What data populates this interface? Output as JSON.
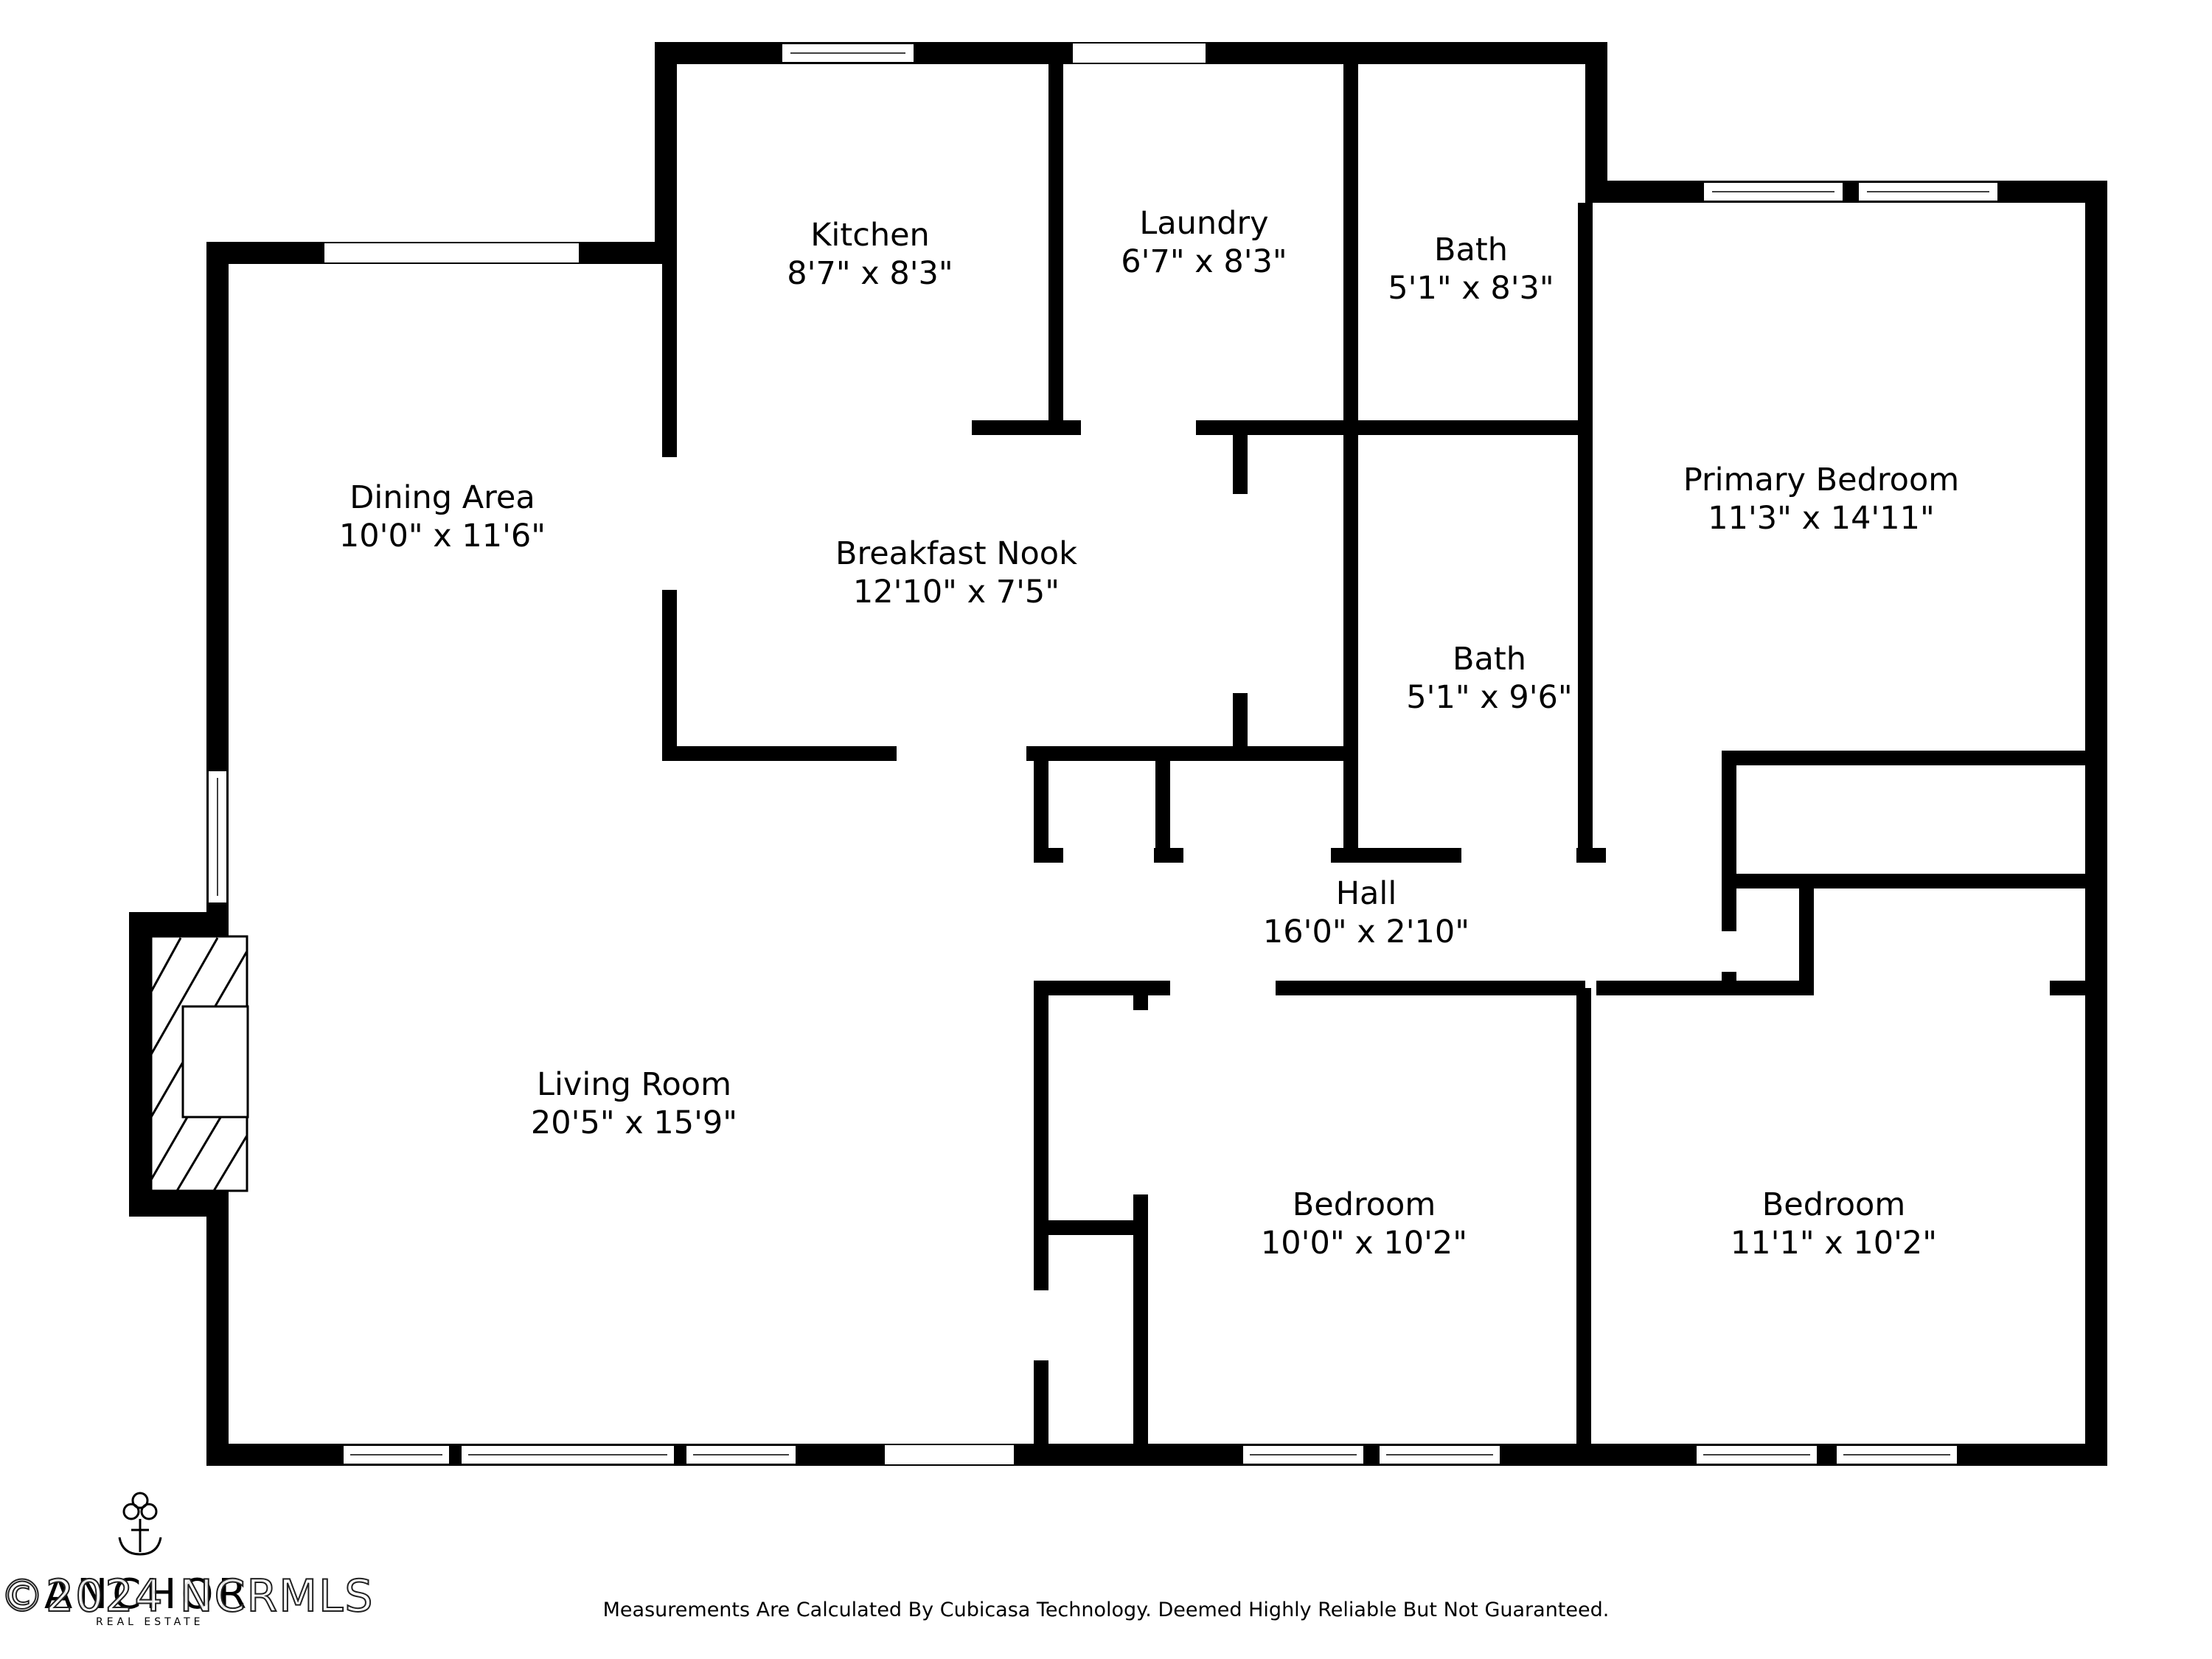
{
  "rooms": [
    {
      "id": "kitchen",
      "name": "Kitchen",
      "dims": "8'7\" x 8'3\""
    },
    {
      "id": "laundry",
      "name": "Laundry",
      "dims": "6'7\" x 8'3\""
    },
    {
      "id": "bath1",
      "name": "Bath",
      "dims": "5'1\" x 8'3\""
    },
    {
      "id": "primary",
      "name": "Primary Bedroom",
      "dims": "11'3\" x 14'11\""
    },
    {
      "id": "dining",
      "name": "Dining Area",
      "dims": "10'0\" x 11'6\""
    },
    {
      "id": "nook",
      "name": "Breakfast Nook",
      "dims": "12'10\" x 7'5\""
    },
    {
      "id": "bath2",
      "name": "Bath",
      "dims": "5'1\" x 9'6\""
    },
    {
      "id": "hall",
      "name": "Hall",
      "dims": "16'0\" x 2'10\""
    },
    {
      "id": "living",
      "name": "Living Room",
      "dims": "20'5\" x 15'9\""
    },
    {
      "id": "bedroom1",
      "name": "Bedroom",
      "dims": "10'0\" x 10'2\""
    },
    {
      "id": "bedroom2",
      "name": "Bedroom",
      "dims": "11'1\" x 10'2\""
    }
  ],
  "disclaimer": "Measurements Are Calculated By Cubicasa Technology. Deemed Highly Reliable But Not Guaranteed.",
  "logo": {
    "name": "ANCHOR",
    "tagline": "REAL ESTATE"
  },
  "watermark": "©2024 NCRMLS",
  "colors": {
    "wall": "#000000",
    "background": "#ffffff"
  }
}
